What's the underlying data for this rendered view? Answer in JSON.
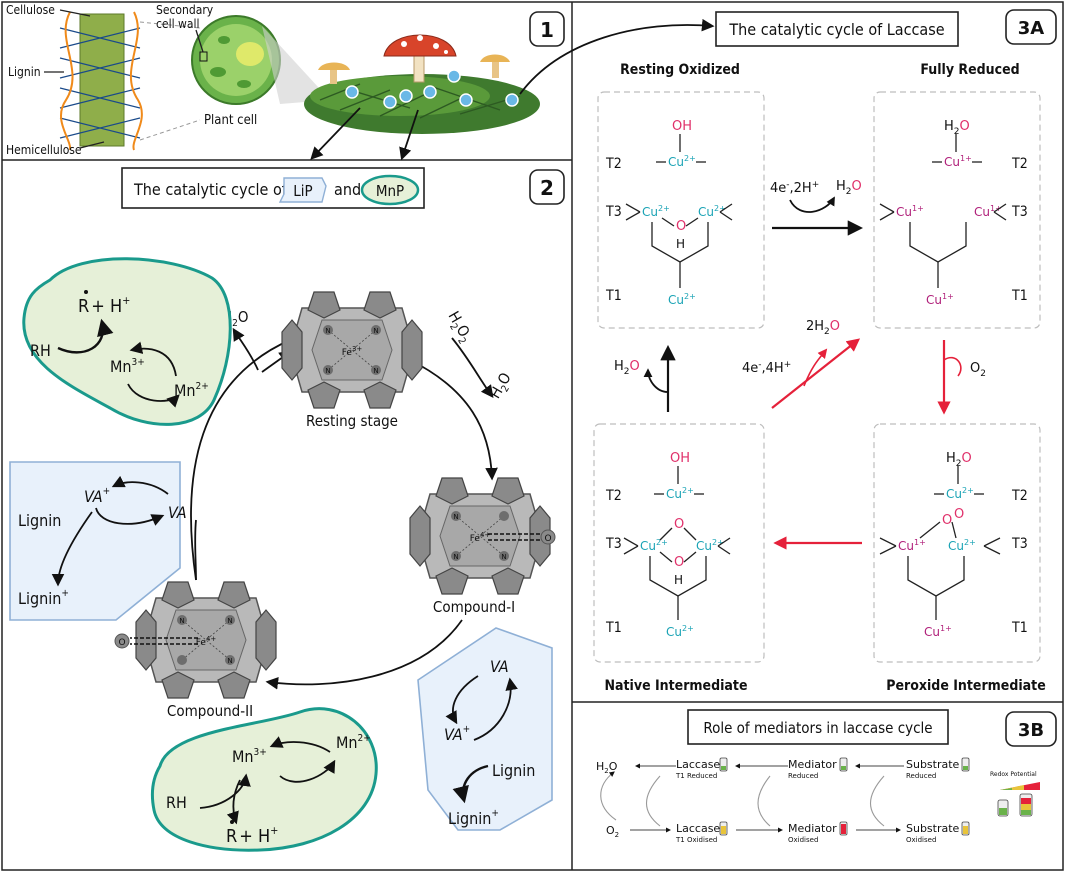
{
  "colors": {
    "teal": "#1a9a8c",
    "green_fill": "#e6f0d8",
    "blue_fill": "#e8f1fb",
    "blue_stroke": "#8fb0d6",
    "cyan": "#1aa3b5",
    "magenta": "#b0207a",
    "red": "#e5213a"
  },
  "panel1": {
    "number": "1",
    "labels": {
      "cellulose": "Cellulose",
      "lignin": "Lignin",
      "hemicellulose": "Hemicellulose",
      "secondary_wall_1": "Secondary",
      "secondary_wall_2": "cell wall",
      "plant_cell": "Plant cell"
    }
  },
  "panel2": {
    "number": "2",
    "title_pre": "The catalytic cycle of",
    "title_lip": "LiP",
    "title_and": "and",
    "title_mnp": "MnP",
    "resting_stage": "Resting stage",
    "compound1": "Compound-I",
    "compound2": "Compound-II",
    "fe3": "Fe",
    "fe3_charge": "3+",
    "fe4": "Fe",
    "fe4_charge": "4+",
    "n": "N",
    "o": "O",
    "h2o_top": "H",
    "h2o_top_sub": "2",
    "h2o_top_o": "O",
    "h2o2": "H",
    "h2o2_sub": "2",
    "h2o2_o": "O",
    "h2o2_sub2": "2",
    "h2o_right": "H",
    "h2o_right_sub": "2",
    "h2o_right_o": "O",
    "mnp_top": {
      "r": "R",
      "plus": "+ H",
      "h_charge": "+",
      "rh": "RH",
      "mn3": "Mn",
      "mn3_charge": "3+",
      "mn2": "Mn",
      "mn2_charge": "2+"
    },
    "lip_left": {
      "va_rad": "VA",
      "va_rad_charge": "+",
      "va": "VA",
      "lignin": "Lignin",
      "lignin_rad": "Lignin",
      "lignin_rad_charge": "+"
    },
    "lip_right": {
      "va": "VA",
      "va_rad": "VA",
      "va_rad_charge": "+",
      "lignin": "Lignin",
      "lignin_rad": "Lignin",
      "lignin_rad_charge": "+"
    },
    "mnp_bottom": {
      "mn3": "Mn",
      "mn3_charge": "3+",
      "mn2": "Mn",
      "mn2_charge": "2+",
      "rh": "RH",
      "r": "R",
      "plus": "+ H",
      "h_charge": "+"
    }
  },
  "panel3a": {
    "number": "3A",
    "title": "The catalytic cycle of Laccase",
    "resting_oxidized": "Resting Oxidized",
    "fully_reduced": "Fully Reduced",
    "native_intermediate": "Native Intermediate",
    "peroxide_intermediate": "Peroxide Intermediate",
    "t1": "T1",
    "t2": "T2",
    "t3": "T3",
    "cu2": "Cu",
    "cu2_charge": "2+",
    "cu1": "Cu",
    "cu1_charge": "1+",
    "oh": "OH",
    "o": "O",
    "h": "H",
    "h2o_label": "H",
    "h2o_sub": "2",
    "h2o_o": "O",
    "step1": "4e",
    "step1_rest": ",2H",
    "step1_plus": "+",
    "step1_minus": "-",
    "o2": "O",
    "o2_sub": "2",
    "step3": "4e",
    "step3_minus": "-",
    "step3_rest": ",4H",
    "step3_plus": "+",
    "two_h2o": "2H",
    "two_h2o_sub": "2",
    "two_h2o_o": "O"
  },
  "panel3b": {
    "number": "3B",
    "title": "Role of mediators in laccase cycle",
    "h2o": "H",
    "h2o_sub": "2",
    "h2o_o": "O",
    "o2": "O",
    "o2_sub": "2",
    "laccase_top": "Laccase",
    "laccase_top_sub": "T1 Reduced",
    "laccase_bottom": "Laccase",
    "laccase_bottom_sub": "T1 Oxidised",
    "mediator_top": "Mediator",
    "mediator_top_sub": "Reduced",
    "mediator_bottom": "Mediator",
    "mediator_bottom_sub": "Oxidised",
    "substrate_top": "Substrate",
    "substrate_top_sub": "Reduced",
    "substrate_bottom": "Substrate",
    "substrate_bottom_sub": "Oxidised",
    "redox_potential": "Redox Potential"
  }
}
